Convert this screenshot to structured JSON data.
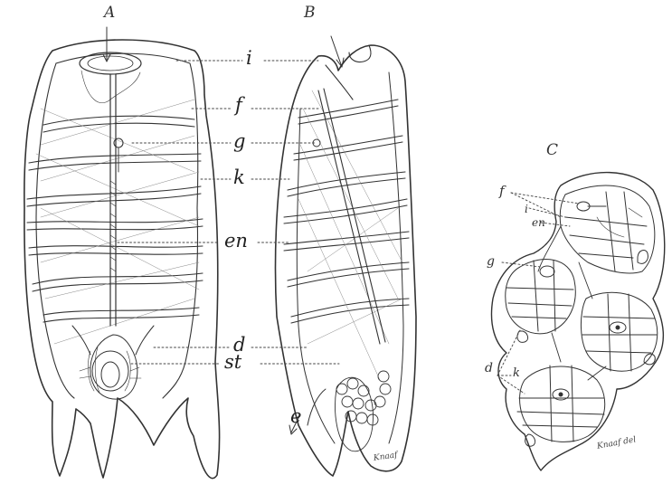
{
  "figure": {
    "panels": [
      {
        "id": "A",
        "letter": "A"
      },
      {
        "id": "B",
        "letter": "B"
      },
      {
        "id": "C",
        "letter": "C"
      }
    ],
    "labels_ab": {
      "i": "i",
      "f": "f",
      "g": "g",
      "k": "k",
      "en": "en",
      "d": "d",
      "st": "st",
      "e": "e"
    },
    "labels_c": {
      "f": "f",
      "i": "i",
      "en": "en",
      "g": "g",
      "d": "d",
      "k": "k"
    },
    "signatures": {
      "b": "Knaaf",
      "c": "Knaaf del"
    }
  },
  "colors": {
    "ink": "#222222",
    "faint": "#777777",
    "paper": "#ffffff"
  }
}
